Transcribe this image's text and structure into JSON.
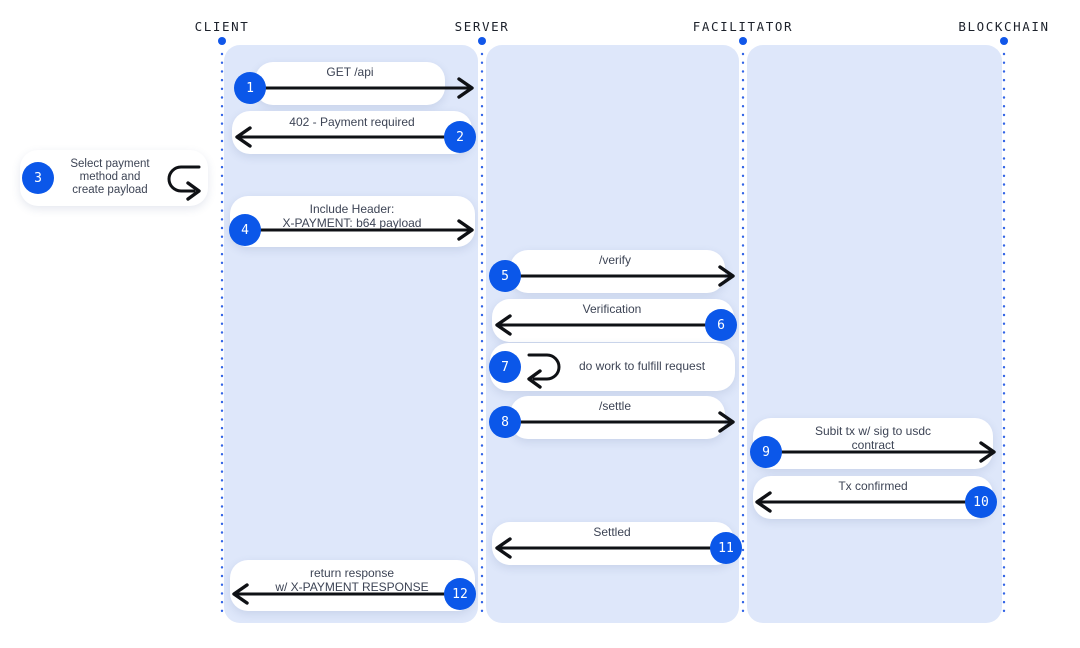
{
  "colors": {
    "accent_blue": "#0b57e9",
    "lane_fill": "#dee7fa",
    "lifeline_blue": "#3365e6",
    "arrow_black": "#0f1115",
    "bubble_white": "#ffffff"
  },
  "actors": [
    {
      "name": "CLIENT"
    },
    {
      "name": "SERVER"
    },
    {
      "name": "FACILITATOR"
    },
    {
      "name": "BLOCKCHAIN"
    }
  ],
  "steps": [
    {
      "num": "1",
      "from": "CLIENT",
      "to": "SERVER",
      "lines": [
        "GET /api"
      ]
    },
    {
      "num": "2",
      "from": "SERVER",
      "to": "CLIENT",
      "lines": [
        "402 - Payment required"
      ]
    },
    {
      "num": "3",
      "type": "self",
      "actor": "CLIENT",
      "lines": [
        "Select payment",
        "method and",
        "create payload"
      ]
    },
    {
      "num": "4",
      "from": "CLIENT",
      "to": "SERVER",
      "lines": [
        "Include Header:",
        "X-PAYMENT: b64 payload"
      ]
    },
    {
      "num": "5",
      "from": "SERVER",
      "to": "FACILITATOR",
      "lines": [
        "/verify"
      ]
    },
    {
      "num": "6",
      "from": "FACILITATOR",
      "to": "SERVER",
      "lines": [
        "Verification"
      ]
    },
    {
      "num": "7",
      "type": "self",
      "actor": "SERVER",
      "lines": [
        "do work to fulfill request"
      ]
    },
    {
      "num": "8",
      "from": "SERVER",
      "to": "FACILITATOR",
      "lines": [
        "/settle"
      ]
    },
    {
      "num": "9",
      "from": "FACILITATOR",
      "to": "BLOCKCHAIN",
      "lines": [
        "Subit tx w/ sig to usdc",
        "contract"
      ]
    },
    {
      "num": "10",
      "from": "BLOCKCHAIN",
      "to": "FACILITATOR",
      "lines": [
        "Tx confirmed"
      ]
    },
    {
      "num": "11",
      "from": "FACILITATOR",
      "to": "SERVER",
      "lines": [
        "Settled"
      ]
    },
    {
      "num": "12",
      "from": "SERVER",
      "to": "CLIENT",
      "lines": [
        "return response",
        "w/ X-PAYMENT RESPONSE"
      ]
    }
  ]
}
